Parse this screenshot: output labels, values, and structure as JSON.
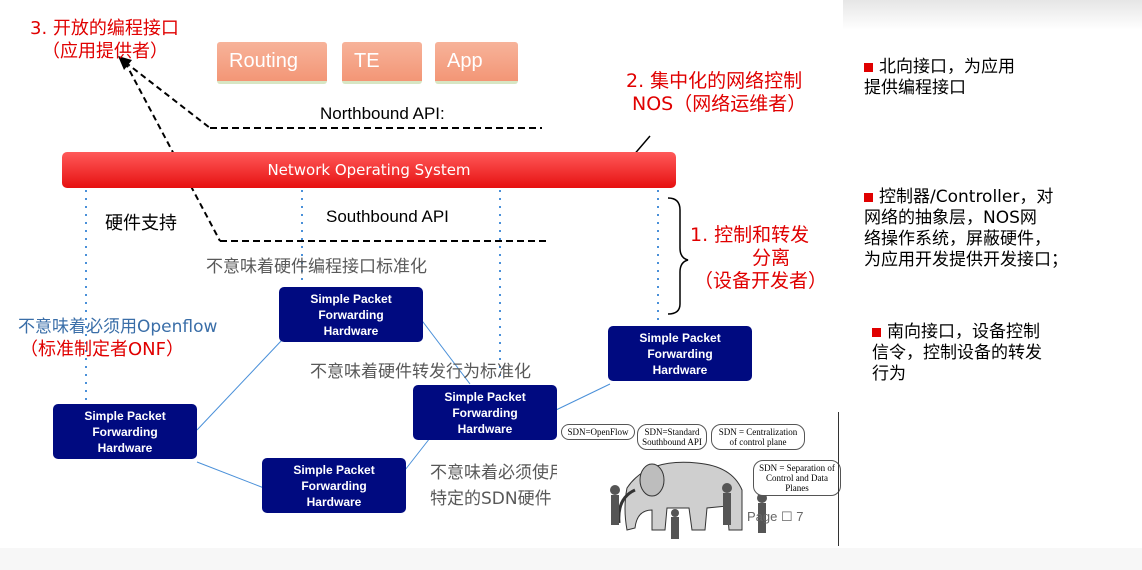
{
  "apps": {
    "routing": "Routing",
    "te": "TE",
    "app": "App"
  },
  "northbound_label": "Northbound API:",
  "southbound_label": "Southbound API",
  "nos_label": "Network Operating  System",
  "hardware_support": "硬件支持",
  "annotations": {
    "open_programming_1": "3. 开放的编程接口",
    "open_programming_2": "（应用提供者）",
    "centralized_1": "2. 集中化的网络控制",
    "centralized_2": "NOS（网络运维者）",
    "separation_1": "1.  控制和转发",
    "separation_2": "分离",
    "separation_3": "（设备开发者）",
    "not_hw_api": "不意味着硬件编程接口标准化",
    "not_openflow": "不意味着必须用Openflow",
    "onf": "（标准制定者ONF）",
    "not_forwarding": "不意味着硬件转发行为标准化",
    "not_sdn_hw_1": "不意味着必须使用",
    "not_sdn_hw_2": "特定的SDN硬件"
  },
  "hardware_box": {
    "line1": "Simple Packet",
    "line2": "Forwarding",
    "line3": "Hardware"
  },
  "right_panel": {
    "item1_line1": "北向接口，为应用",
    "item1_line2": "提供编程接口",
    "item2_line1": "控制器/Controller，对",
    "item2_line2": "网络的抽象层，NOS网",
    "item2_line3": "络操作系统，屏蔽硬件，",
    "item2_line4": "为应用开发提供开发接口；",
    "item3_line1": "南向接口，设备控制",
    "item3_line2": "信令，控制设备的转发",
    "item3_line3": "行为"
  },
  "elephant_bubbles": {
    "b1": "SDN=OpenFlow",
    "b2": "SDN=Standard Southbound API",
    "b3": "SDN = Centralization of control plane",
    "b4": "SDN = Separation of Control and Data Planes"
  },
  "page_number": "Page ☐ 7",
  "colors": {
    "accent_red": "#e00000",
    "hw_blue": "#000a80",
    "nos_red": "#e61010",
    "app_orange": "#f39676"
  }
}
